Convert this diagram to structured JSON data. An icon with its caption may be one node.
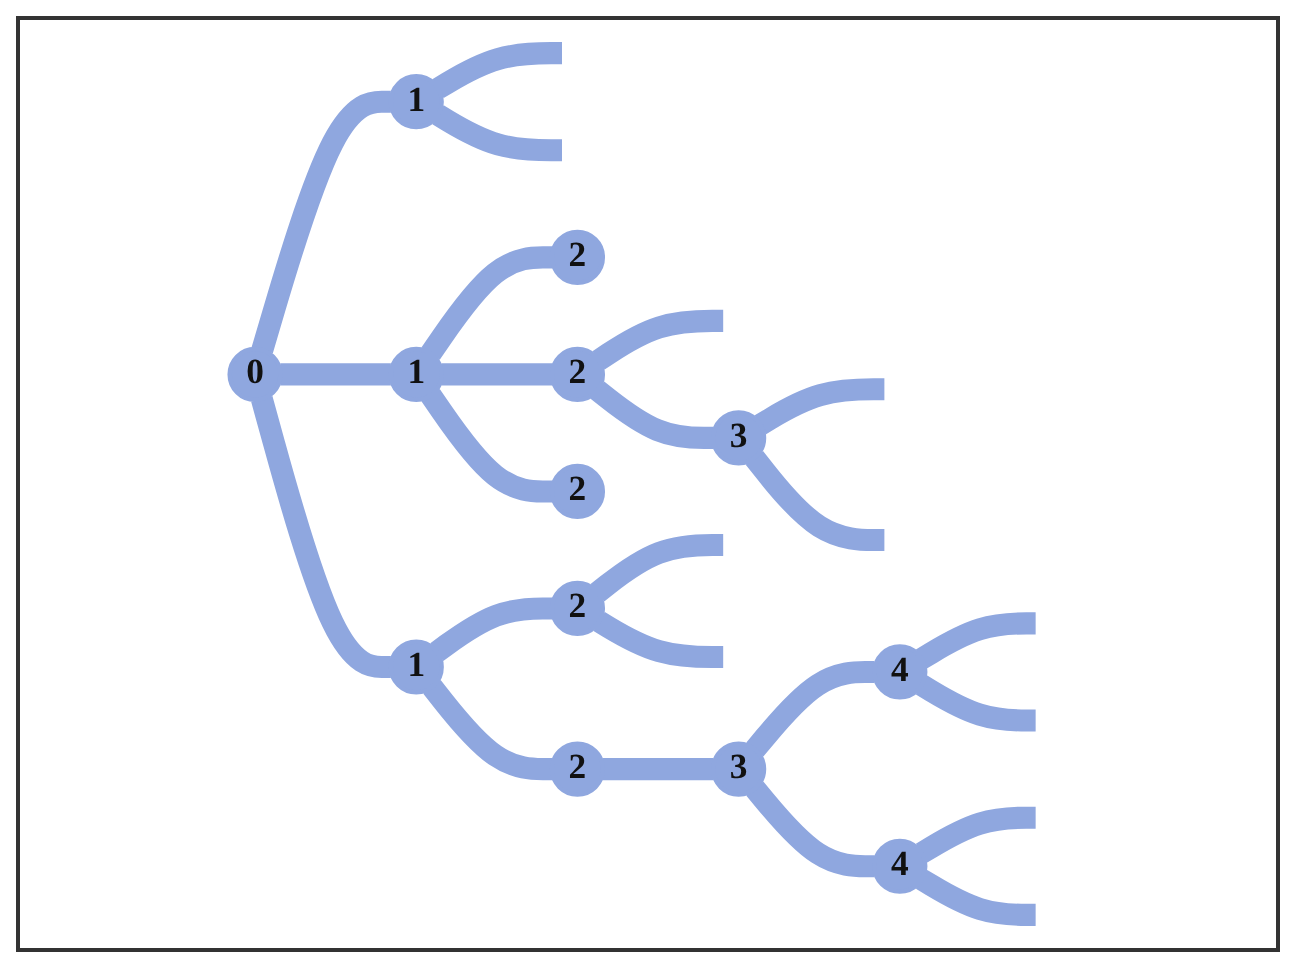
{
  "diagram": {
    "nodes": [
      {
        "text": [
          "0"
        ]
      },
      {
        "text": [
          "1"
        ]
      },
      {
        "text": [
          "1"
        ]
      },
      {
        "text": [
          "1"
        ]
      },
      {
        "text": [
          "2"
        ]
      },
      {
        "text": [
          "2"
        ]
      },
      {
        "text": [
          "2"
        ]
      },
      {
        "text": [
          "3"
        ]
      },
      {
        "text": [
          "2"
        ]
      },
      {
        "text": [
          "2"
        ]
      },
      {
        "text": [
          "3"
        ]
      },
      {
        "text": [
          "4"
        ]
      },
      {
        "text": [
          "4"
        ]
      }
    ],
    "edges": [
      {
        "from": 0,
        "to": 1,
        "arrow": "none"
      },
      {
        "from": 0,
        "to": 2,
        "arrow": "none"
      },
      {
        "from": 0,
        "to": 3,
        "arrow": "none"
      },
      {
        "from": 1,
        "to": null,
        "arrow": "none"
      },
      {
        "from": 1,
        "to": null,
        "arrow": "none"
      },
      {
        "from": 2,
        "to": 4,
        "arrow": "none"
      },
      {
        "from": 2,
        "to": 5,
        "arrow": "none"
      },
      {
        "from": 2,
        "to": 6,
        "arrow": "none"
      },
      {
        "from": 5,
        "to": null,
        "arrow": "none"
      },
      {
        "from": 5,
        "to": 7,
        "arrow": "none"
      },
      {
        "from": 7,
        "to": null,
        "arrow": "none"
      },
      {
        "from": 7,
        "to": null,
        "arrow": "none"
      },
      {
        "from": 3,
        "to": 8,
        "arrow": "none"
      },
      {
        "from": 8,
        "to": null,
        "arrow": "none"
      },
      {
        "from": 8,
        "to": null,
        "arrow": "none"
      },
      {
        "from": 3,
        "to": 9,
        "arrow": "none"
      },
      {
        "from": 9,
        "to": 10,
        "arrow": "none"
      },
      {
        "from": 10,
        "to": 11,
        "arrow": "none"
      },
      {
        "from": 10,
        "to": 12,
        "arrow": "none"
      },
      {
        "from": 11,
        "to": null,
        "arrow": "none"
      },
      {
        "from": 11,
        "to": null,
        "arrow": "none"
      },
      {
        "from": 12,
        "to": null,
        "arrow": "none"
      },
      {
        "from": 12,
        "to": null,
        "arrow": "none"
      }
    ]
  }
}
